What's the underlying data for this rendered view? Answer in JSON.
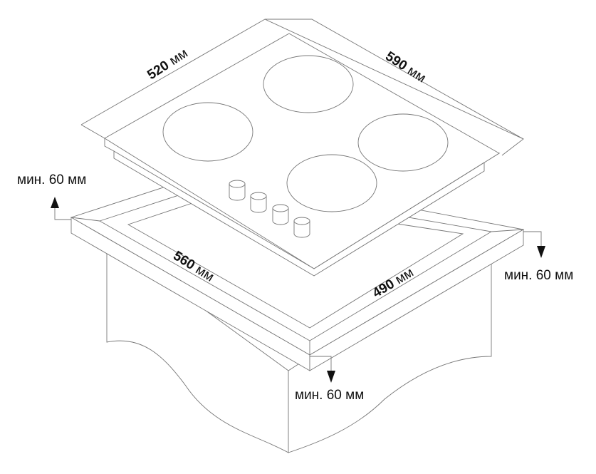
{
  "title": "Hob installation dimensions",
  "dimensions": {
    "hob_depth": {
      "value": "520",
      "unit": "мм"
    },
    "hob_width": {
      "value": "590",
      "unit": "мм"
    },
    "cutout_width": {
      "value": "560",
      "unit": "мм"
    },
    "cutout_depth": {
      "value": "490",
      "unit": "мм"
    }
  },
  "clearances": {
    "back": "мин. 60 мм",
    "side": "мин. 60 мм",
    "front": "мин. 60 мм"
  },
  "colors": {
    "line": "#777777",
    "text": "#111111",
    "arrow": "#111111"
  }
}
